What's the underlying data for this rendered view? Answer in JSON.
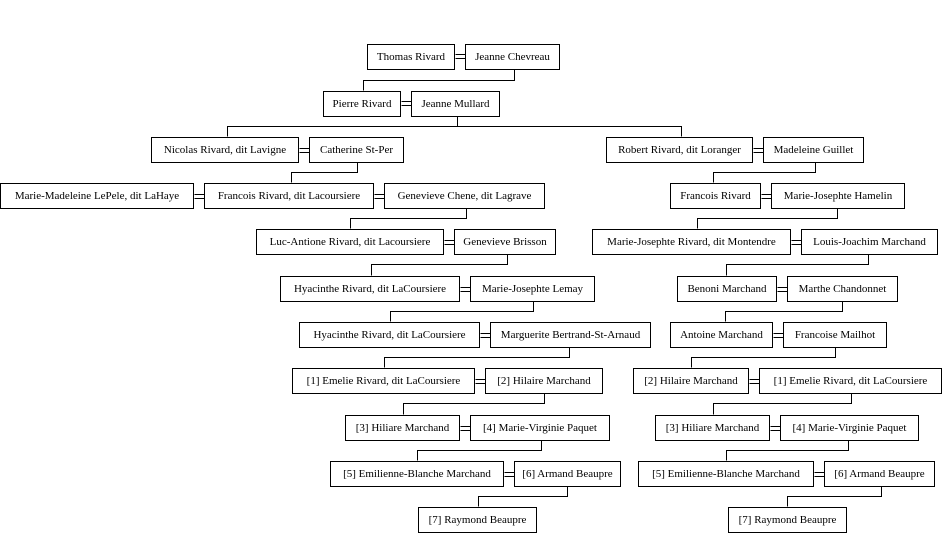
{
  "people": {
    "g0_m": "Thomas Rivard",
    "g0_f": "Jeanne Chevreau",
    "g1_m": "Pierre Rivard",
    "g1_f": "Jeanne Mullard",
    "a2_m": "Nicolas Rivard, dit Lavigne",
    "a2_f": "Catherine St-Per",
    "a3_w1": "Marie-Madeleine LePele, dit LaHaye",
    "a3_m": "Francois Rivard, dit Lacoursiere",
    "a3_w2": "Genevieve Chene, dit Lagrave",
    "a4_m": "Luc-Antione Rivard, dit Lacoursiere",
    "a4_f": "Genevieve Brisson",
    "a5_m": "Hyacinthe Rivard, dit LaCoursiere",
    "a5_f": "Marie-Josephte Lemay",
    "a6_m": "Hyacinthe Rivard, dit LaCoursiere",
    "a6_f": "Marguerite Bertrand-St-Arnaud",
    "a7_f": "[1] Emelie Rivard, dit LaCoursiere",
    "a7_m": "[2] Hilaire Marchand",
    "a8_m": "[3] Hiliare Marchand",
    "a8_f": "[4] Marie-Virginie Paquet",
    "a9_f": "[5] Emilienne-Blanche Marchand",
    "a9_m": "[6] Armand Beaupre",
    "a10": "[7] Raymond Beaupre",
    "b2_m": "Robert Rivard, dit Loranger",
    "b2_f": "Madeleine Guillet",
    "b3_m": "Francois Rivard",
    "b3_f": "Marie-Josephte Hamelin",
    "b4_f": "Marie-Josephte Rivard, dit Montendre",
    "b4_m": "Louis-Joachim Marchand",
    "b5_m": "Benoni Marchand",
    "b5_f": "Marthe Chandonnet",
    "b6_m": "Antoine Marchand",
    "b6_f": "Francoise Mailhot",
    "b7_m": "[2] Hilaire Marchand",
    "b7_f": "[1] Emelie Rivard, dit LaCoursiere",
    "b8_m": "[3] Hiliare Marchand",
    "b8_f": "[4] Marie-Virginie Paquet",
    "b9_f": "[5] Emilienne-Blanche Marchand",
    "b9_m": "[6] Armand Beaupre",
    "b10": "[7] Raymond Beaupre"
  }
}
